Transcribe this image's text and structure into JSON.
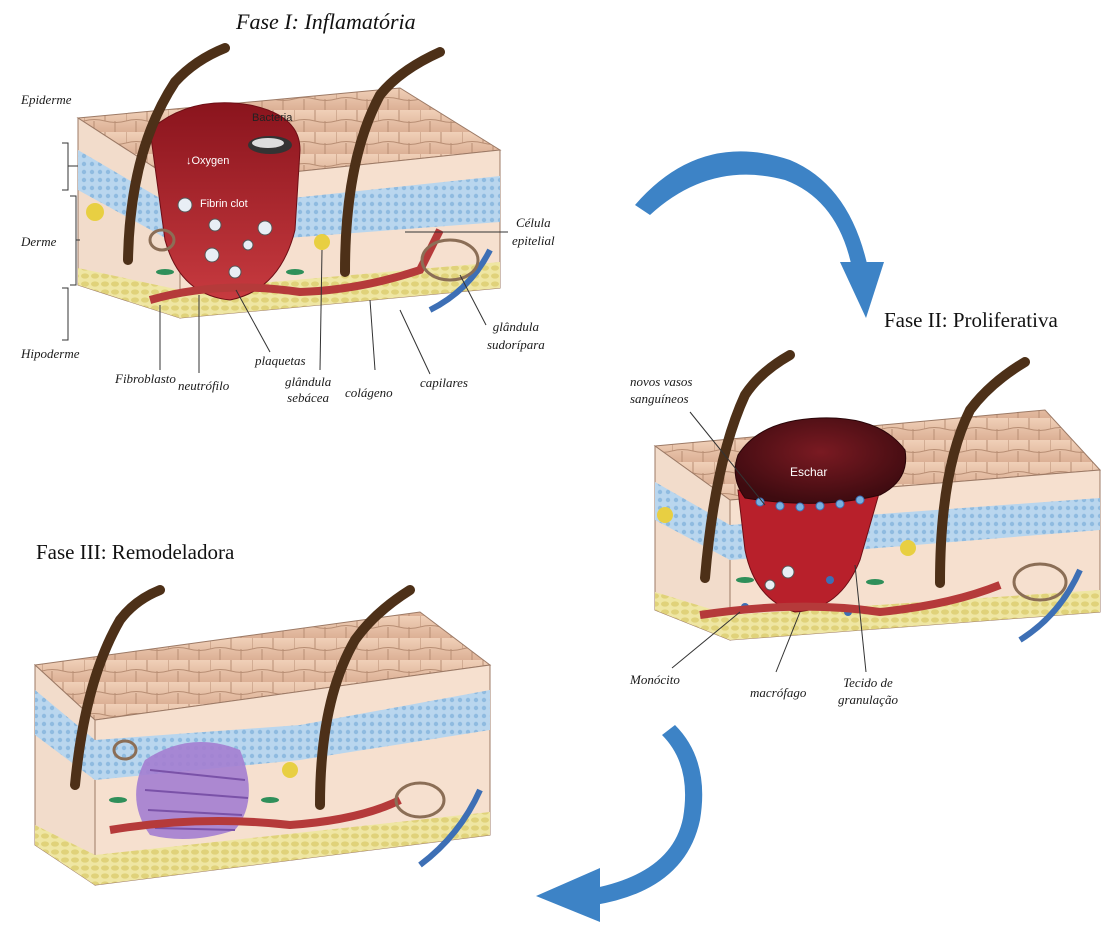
{
  "phases": [
    {
      "title": "Fase I: Inflamatória",
      "inner_labels": [
        "Bacteria",
        "Oxygen",
        "Fibrin clot"
      ],
      "callouts": [
        "Epiderme",
        "Derme",
        "Hipoderme",
        "Fibroblasto",
        "neutrófilo",
        "plaquetas",
        "glândula",
        "sebácea",
        "colágeno",
        "capilares",
        "Célula",
        "epitelial",
        "glândula",
        "sudorípara"
      ]
    },
    {
      "title": "Fase II: Proliferativa",
      "inner_labels": [
        "Eschar"
      ],
      "callouts": [
        "novos vasos",
        "sanguíneos",
        "Monócito",
        "macrófago",
        "Tecido de",
        "granulação"
      ]
    },
    {
      "title": "Fase III: Remodeladora",
      "inner_labels": [],
      "callouts": []
    }
  ],
  "colors": {
    "arrow": "#3d83c6",
    "skin_top": "#e8c1a6",
    "skin_side": "#f3d9c4",
    "blue_layer": "#a9cbe6",
    "fat": "#e8dd8a",
    "clot": "#a8212a",
    "scar": "#9a6fc0",
    "hair": "#5a3a1e",
    "vessel": "#b53a3a"
  }
}
